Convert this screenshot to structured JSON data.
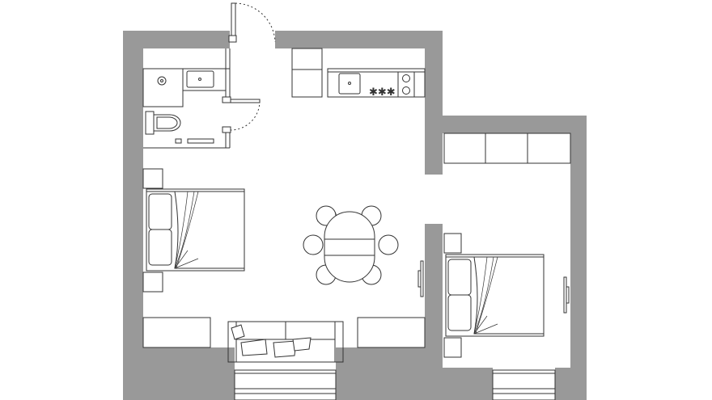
{
  "plan": {
    "colors": {
      "background": "#ffffff",
      "wall": "#999999",
      "line": "#333333"
    },
    "rooms": [
      "bathroom",
      "entry",
      "kitchen",
      "living-area",
      "bedroom"
    ],
    "stove_burner_glyph": "✱✱✱"
  }
}
